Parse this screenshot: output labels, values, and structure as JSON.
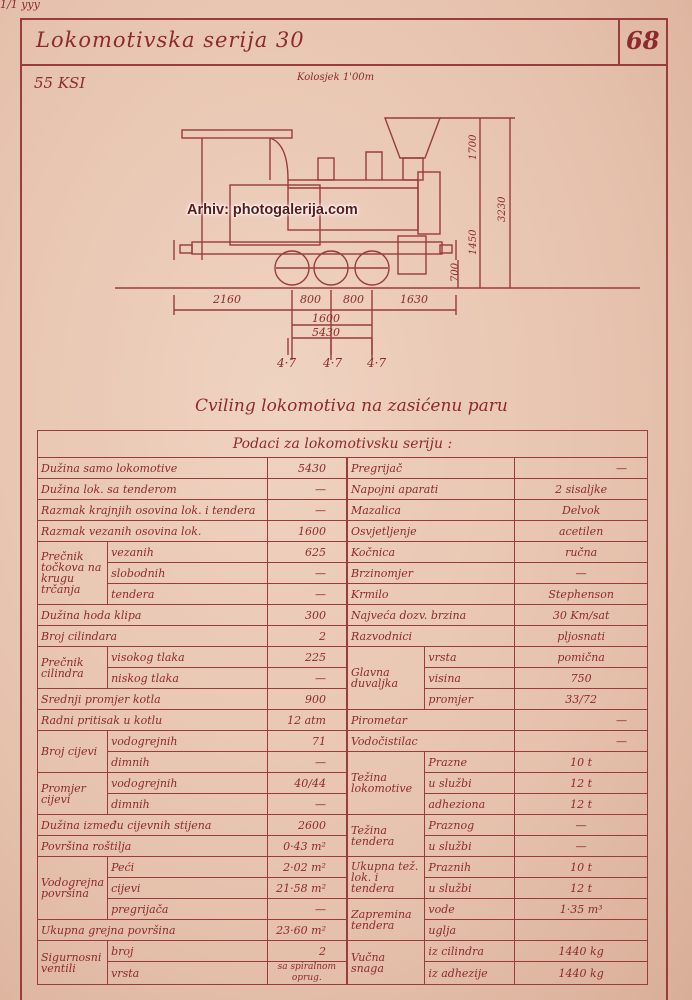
{
  "header": {
    "top_mark": "1/1 yyy",
    "title": "Lokomotivska serija 30",
    "page_number": "68"
  },
  "drawing": {
    "series_code": "55 KSI",
    "track_gauge": "Kolosjek 1'00m",
    "watermark": "Arhiv: photogalerija.com",
    "dims": {
      "d2160": "2160",
      "d800a": "800",
      "d800b": "800",
      "d1630": "1630",
      "d1600": "1600",
      "d5430": "5430",
      "h1700": "1700",
      "h3230": "3230",
      "h1450": "1450",
      "h700": "700",
      "load1": "4·7",
      "load2": "4·7",
      "load3": "4·7"
    }
  },
  "subtitle": "Cviling lokomotiva na zasićenu paru",
  "table": {
    "header": "Podaci za lokomotivsku seriju :",
    "duzina_samo": {
      "label": "Dužina samo lokomotive",
      "value": "5430"
    },
    "pregrijac": {
      "label": "Pregrijač",
      "value": "—"
    },
    "duzina_tender": {
      "label": "Dužina lok. sa tenderom",
      "value": "—"
    },
    "napojni": {
      "label": "Napojni aparati",
      "value": "2 sisaljke"
    },
    "razmak_tender": {
      "label": "Razmak krajnjih osovina lok. i tendera",
      "value": "—"
    },
    "mazalica": {
      "label": "Mazalica",
      "value": "Delvok"
    },
    "razmak_vezanih": {
      "label": "Razmak vezanih osovina lok.",
      "value": "1600"
    },
    "osvjetljenje": {
      "label": "Osvjetljenje",
      "value": "acetilen"
    },
    "precnik_tockova": {
      "label": "Prečnik točkova na krugu trčanja",
      "vezanih": "vezanih",
      "vezanih_value": "625",
      "slobodnih": "slobodnih",
      "slobodnih_value": "—",
      "tendera": "tendera",
      "tendera_value": "—"
    },
    "kocnica": {
      "label": "Kočnica",
      "value": "ručna"
    },
    "brzinomjer": {
      "label": "Brzinomjer",
      "value": "—"
    },
    "krmilo": {
      "label": "Krmilo",
      "value": "Stephenson"
    },
    "duzina_hoda": {
      "label": "Dužina hoda klipa",
      "value": "300"
    },
    "najveca_brzina": {
      "label": "Najveća dozv. brzina",
      "value": "30 Km/sat"
    },
    "broj_cilindara": {
      "label": "Broj cilindara",
      "value": "2"
    },
    "razvodnici": {
      "label": "Razvodnici",
      "value": "pljosnati"
    },
    "precnik_cilindra": {
      "label": "Prečnik cilindra",
      "visokog": "visokog tlaka",
      "visokog_value": "225",
      "niskog": "niskog tlaka",
      "niskog_value": "—"
    },
    "glavna_duvaljka": {
      "label": "Glavna duvaljka",
      "vrsta": "vrsta",
      "vrsta_value": "pomična",
      "visina": "visina",
      "visina_value": "750",
      "promjer": "promjer",
      "promjer_value": "33/72"
    },
    "srednji_promjer": {
      "label": "Srednji promjer kotla",
      "value": "900"
    },
    "radni_pritisak": {
      "label": "Radni pritisak u kotlu",
      "value": "12 atm"
    },
    "pirometar": {
      "label": "Pirometar",
      "value": "—"
    },
    "broj_cijevi": {
      "label": "Broj cijevi",
      "vodogrejnih": "vodogrejnih",
      "vodogrejnih_value": "71",
      "dimnih": "dimnih",
      "dimnih_value": "—"
    },
    "vodocistilac": {
      "label": "Vodočistilac",
      "value": "—"
    },
    "promjer_cijevi": {
      "label": "Promjer cijevi",
      "vodogrejnih": "vodogrejnih",
      "vodogrejnih_value": "40/44",
      "dimnih": "dimnih",
      "dimnih_value": "—"
    },
    "tezina_lokomotive": {
      "label": "Težina lokomotive",
      "prazne": "Prazne",
      "prazne_value": "10 t",
      "u_sluzbi": "u službi",
      "u_sluzbi_value": "12 t",
      "adhezionu": "adheziona",
      "adhezionu_value": "12 t"
    },
    "duzina_cijevnih": {
      "label": "Dužina između cijevnih stijena",
      "value": "2600"
    },
    "povrsina_rostilja": {
      "label": "Površina roštilja",
      "value": "0·43 m²"
    },
    "tezina_tendera": {
      "label": "Težina tendera",
      "praznog": "Praznog",
      "praznog_value": "—",
      "u_sluzbi": "u službi",
      "u_sluzbi_value": "—"
    },
    "vodogrejna_povrsina": {
      "label": "Vodogrejna površina",
      "peci": "Peći",
      "peci_value": "2·02 m²",
      "cijevi": "cijevi",
      "cijevi_value": "21·58 m²",
      "pregrijaca": "pregrijača",
      "pregrijaca_value": "—"
    },
    "ukupna_tezina": {
      "label": "Ukupna tež. lok. i tendera",
      "praznih": "Praznih",
      "praznih_value": "10 t",
      "u_sluzbi": "u službi",
      "u_sluzbi_value": "12 t"
    },
    "ukupna_grejna": {
      "label": "Ukupna grejna površina",
      "value": "23·60 m²"
    },
    "zapremina_tendera": {
      "label": "Zapremina tendera",
      "vode": "vode",
      "vode_value": "1·35 m³",
      "uglja": "uglja",
      "uglja_value": ""
    },
    "sigurnosni_ventili": {
      "label": "Sigurnosni ventili",
      "broj": "broj",
      "broj_value": "2",
      "vrsta": "vrsta",
      "vrsta_value": "sa spiralnom oprug."
    },
    "vucna_snaga": {
      "label": "Vučna snaga",
      "iz_cilindra": "iz cilindra",
      "iz_cilindra_value": "1440 kg",
      "iz_adhezije": "iz adhezije",
      "iz_adhezije_value": "1440 kg"
    }
  }
}
